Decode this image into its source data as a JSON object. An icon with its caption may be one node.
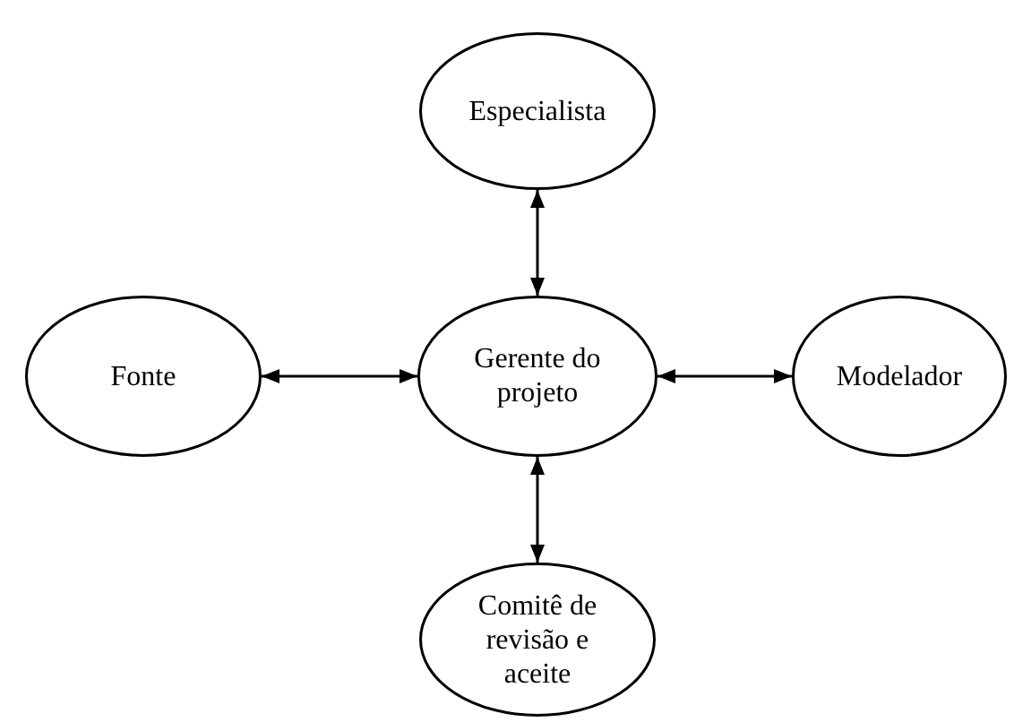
{
  "diagram": {
    "nodes": [
      {
        "text": [
          "Especialista"
        ]
      },
      {
        "text": [
          "Fonte"
        ]
      },
      {
        "text": [
          "Gerente do projeto"
        ]
      },
      {
        "text": [
          "Modelador"
        ]
      },
      {
        "text": [
          "Comitê de revisão e aceite"
        ]
      }
    ],
    "edges": [
      {
        "from": 0,
        "to": 2,
        "arrow": "both"
      },
      {
        "from": 1,
        "to": 2,
        "arrow": "both"
      },
      {
        "from": 2,
        "to": 3,
        "arrow": "both"
      },
      {
        "from": 2,
        "to": 4,
        "arrow": "both"
      }
    ]
  }
}
